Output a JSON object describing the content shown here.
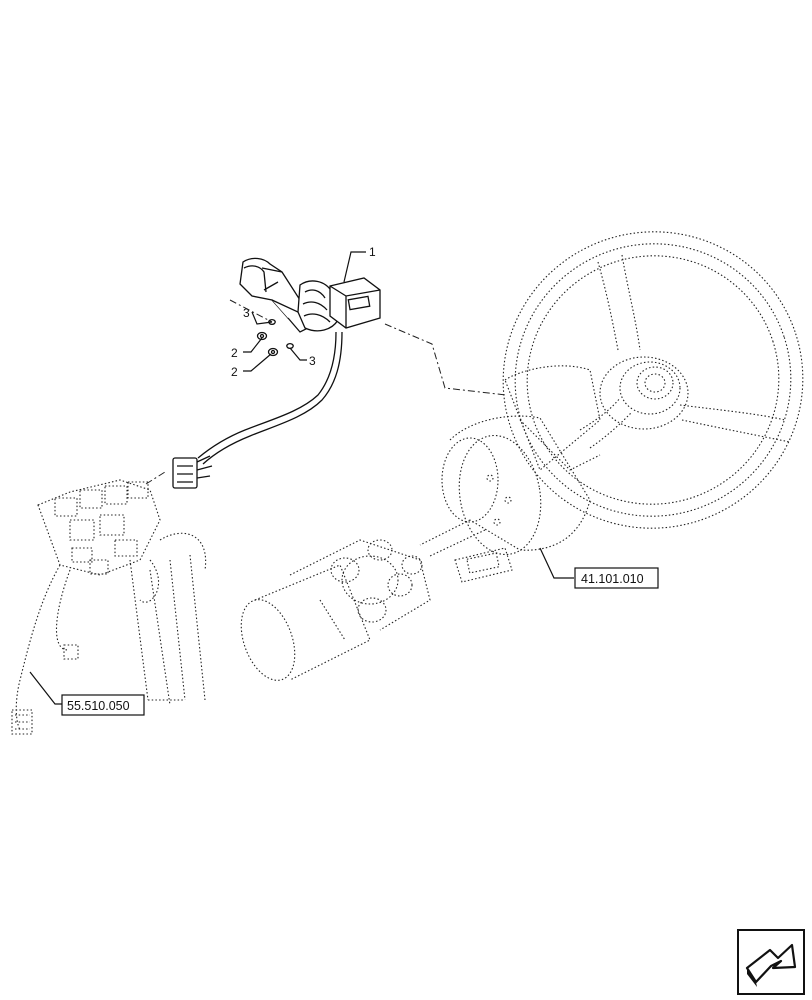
{
  "callouts": {
    "item_1": "1",
    "item_2a": "2",
    "item_2b": "2",
    "item_3a": "3",
    "item_3b": "3"
  },
  "references": {
    "steering_column": "41.101.010",
    "harness": "55.510.050"
  },
  "icons": {
    "corner": "next-page-arrow-icon"
  }
}
